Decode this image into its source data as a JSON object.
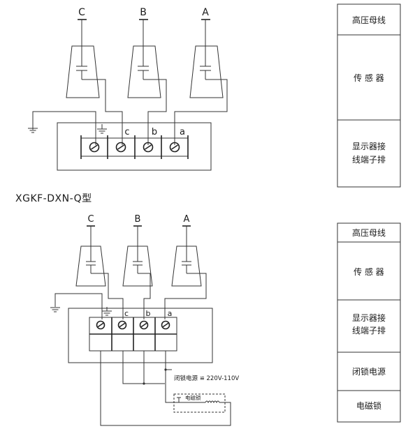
{
  "phases": [
    "C",
    "B",
    "A"
  ],
  "terminal_labels": [
    "c",
    "b",
    "a"
  ],
  "model_title": "XGKF-DXN-Q型",
  "top_legend": [
    "高压母线",
    "传 感 器",
    "显示器接",
    "线端子排"
  ],
  "bottom_legend": [
    "高压母线",
    "传 感 器",
    "显示器接",
    "线端子排",
    "闭锁电源",
    "电磁锁"
  ],
  "power_label": "闭锁电源 ≌ 220V-110V",
  "lock_label": "电磁锁",
  "colors": {
    "line": "#333333",
    "text": "#1a1a1a",
    "background": "#ffffff"
  }
}
